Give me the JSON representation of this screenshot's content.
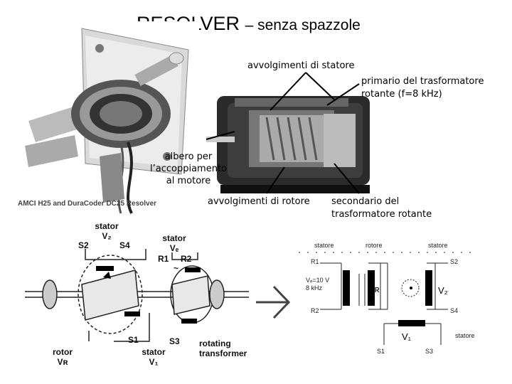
{
  "header": {
    "title": "RESOLVER",
    "subtitle": "– senza spazzole"
  },
  "photo_labels": {
    "stator_windings": "avvolgimenti di statore",
    "primary_transformer": [
      "primario del trasformatore",
      "rotante (f=8 kHz)"
    ],
    "shaft": [
      "albero per",
      "l’accoppiamento",
      "al motore"
    ],
    "rotor_windings": "avvolgimenti di rotore",
    "secondary_transformer": [
      "secondario del",
      "trasformatore rotante"
    ],
    "photo_caption": "AMCI H25 and DuraCoder DC25 Resolver"
  },
  "left_diagram": {
    "stator_v2": [
      "stator",
      "V₂"
    ],
    "s2": "S2",
    "s4": "S4",
    "stator_ve": [
      "stator",
      "Vₑ"
    ],
    "r1": "R1",
    "r2": "R2",
    "ac": "~",
    "s1": "S1",
    "s3": "S3",
    "rotating_transformer": [
      "rotating",
      "transformer"
    ],
    "rotor_vr": [
      "rotor",
      "Vʀ"
    ],
    "stator_v1": [
      "stator",
      "V₁"
    ]
  },
  "right_diagram": {
    "statore_left": "statore",
    "rotore": "rotore",
    "statore_right": "statore",
    "r1": "R1",
    "r2": "R2",
    "s2": "S2",
    "s4": "S4",
    "s1": "S1",
    "s3": "S3",
    "ve_value": [
      "Vₑ=10 V",
      "8 kHz"
    ],
    "vr": "Vʀ",
    "v2": "V₂",
    "v1": "V₁",
    "statore_bottom": "statore"
  }
}
